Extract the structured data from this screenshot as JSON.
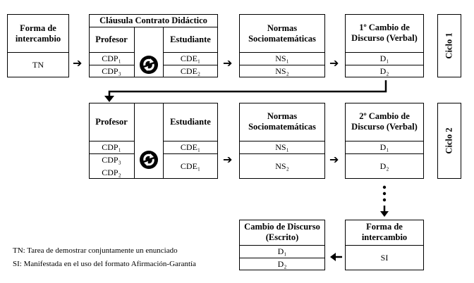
{
  "cycle1": {
    "forma": {
      "header": "Forma de intercambio",
      "value": "TN"
    },
    "clausula": {
      "header": "Cláusula Contrato Didáctico",
      "profesor_header": "Profesor",
      "estudiante_header": "Estudiante",
      "profesor_values": [
        "CDP₁",
        "CDP₃"
      ],
      "estudiante_values": [
        "CDE₁",
        "CDE₂"
      ]
    },
    "normas": {
      "header": "Normas Sociomatemáticas",
      "values": [
        "NS₁",
        "NS₂"
      ]
    },
    "cambio": {
      "header": "1º Cambio de Discurso (Verbal)",
      "values": [
        "D₁",
        "D₂"
      ]
    },
    "label": "Ciclo 1"
  },
  "cycle2": {
    "profesor_header": "Profesor",
    "estudiante_header": "Estudiante",
    "profesor_values": [
      "CDP₁",
      "CDP₃",
      "CDP₂"
    ],
    "estudiante_values": [
      "CDE₁",
      "CDE₁"
    ],
    "normas": {
      "header": "Normas Sociomatemáticas",
      "values": [
        "NS₁",
        "NS₂"
      ]
    },
    "cambio": {
      "header": "2º Cambio de Discurso (Verbal)",
      "values": [
        "D₁",
        "D₂"
      ]
    },
    "label": "Ciclo 2"
  },
  "final": {
    "cambio": {
      "header": "Cambio de Discurso (Escrito)",
      "values": [
        "D₁",
        "D₂"
      ]
    },
    "forma": {
      "header": "Forma de intercambio",
      "value": "SI"
    }
  },
  "legend": {
    "tn": "TN: Tarea de demostrar conjuntamente un enunciado",
    "si": "SI: Manifestada en el uso del formato Afirmación-Garantía"
  },
  "icons": {
    "arrow_right": "arrow-right-icon",
    "arrow_down": "arrow-down-icon",
    "arrow_left": "arrow-left-icon",
    "cycle": "cycle-icon",
    "ellipsis": "vertical-ellipsis-icon"
  }
}
